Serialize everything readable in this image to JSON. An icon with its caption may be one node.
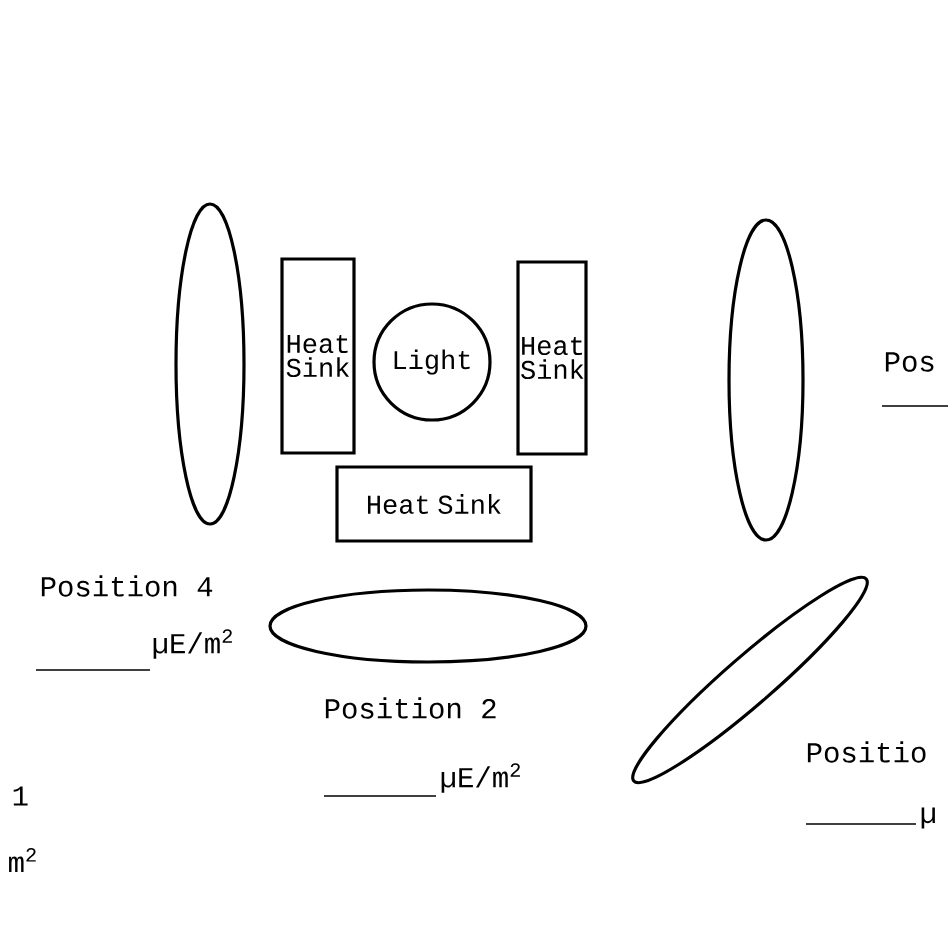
{
  "diagram": {
    "nodes": [
      {
        "text": [],
        "shape": "ellipse"
      },
      {
        "text": [
          "Heat Sink"
        ]
      },
      {
        "text": [
          "Light"
        ]
      },
      {
        "text": [
          "Heat Sink"
        ]
      },
      {
        "text": [],
        "shape": "ellipse"
      },
      {
        "text": [
          "Heat Sink"
        ]
      },
      {
        "text": [],
        "shape": "ellipse"
      },
      {
        "text": [],
        "shape": "ellipse"
      }
    ],
    "edges": [],
    "labels": [
      "Pos",
      "Position 4",
      "µE/m$^{2}$",
      "Position 2",
      "µE/m$^{2}$",
      "Positio",
      "1",
      "µ",
      "m$^{2}$"
    ]
  }
}
